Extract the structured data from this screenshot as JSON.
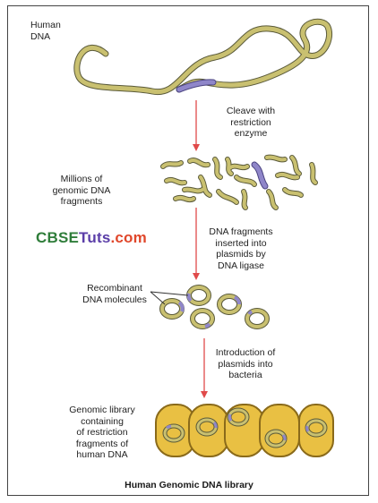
{
  "labels": {
    "human_dna": [
      "Human",
      "DNA"
    ],
    "cleave": [
      "Cleave with",
      "restriction",
      "enzyme"
    ],
    "fragments": [
      "Millions of",
      "genomic DNA",
      "fragments"
    ],
    "ligase": [
      "DNA fragments",
      "inserted into",
      "plasmids by",
      "DNA ligase"
    ],
    "recombinant": [
      "Recombinant",
      "DNA molecules"
    ],
    "introduction": [
      "Introduction of",
      "plasmids into",
      "bacteria"
    ],
    "library": [
      "Genomic library",
      "containing",
      "of restriction",
      "fragments of",
      "human DNA"
    ]
  },
  "brand": {
    "cbse": "CBSE",
    "tuts": "Tuts",
    "dotcom": ".com"
  },
  "caption": "Human Genomic DNA library",
  "colors": {
    "dna": "#c9c070",
    "dna_outline": "#5a5a3a",
    "insert": "#8f86c9",
    "arrow": "#e04a4a",
    "bacterium": "#e9c043",
    "bacterium_outline": "#8a6a1a",
    "brand_cbse": "#2f7d3a",
    "brand_tuts": "#5b3ea8",
    "brand_com": "#e0472b"
  }
}
